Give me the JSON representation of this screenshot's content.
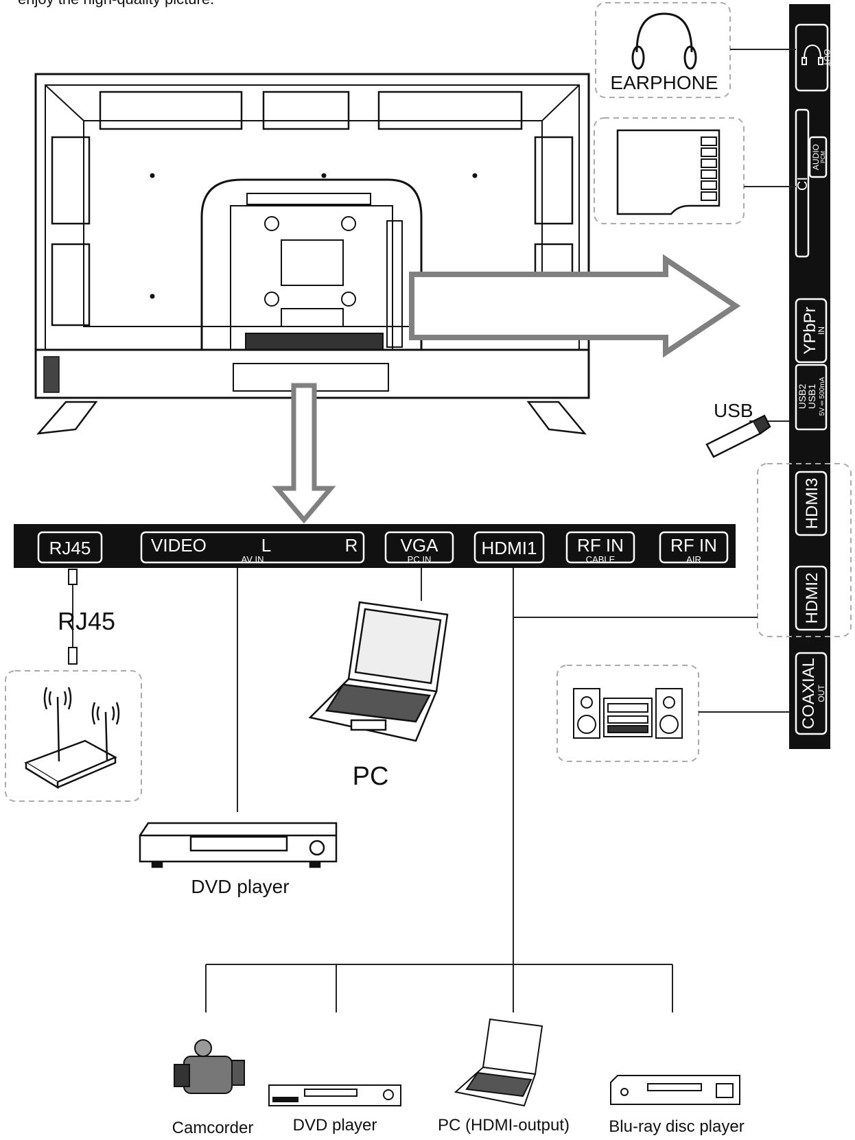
{
  "intro_text": "enjoy the high-quality picture.",
  "bottom_panel": {
    "rj45": "RJ45",
    "video": "VIDEO",
    "left": "L",
    "right": "R",
    "av_in": "AV IN",
    "vga": "VGA",
    "pc_in": "PC IN",
    "hdmi1": "HDMI1",
    "rf_in_cable": "RF IN",
    "cable": "CABLE",
    "rf_in_air": "RF IN",
    "air": "AIR"
  },
  "side_panel": {
    "out_earphone": "OUT",
    "ci": "CI",
    "audio": "AUDIO",
    "pcm": "PCM",
    "ypbpr": "YPbPr",
    "ypbpr_in": "IN",
    "usb2": "USB2",
    "usb1": "USB1",
    "usb_power": "5V ═ 500mA",
    "hdmi3": "HDMI3",
    "hdmi2": "HDMI2",
    "coaxial": "COAXIAL",
    "coaxial_out": "OUT"
  },
  "devices": {
    "earphone": "EARPHONE",
    "usb": "USB",
    "rj45": "RJ45",
    "pc": "PC",
    "dvd_player": "DVD player",
    "camcorder": "Camcorder",
    "dvd_player_2": "DVD player",
    "pc_hdmi": "PC (HDMI-output)",
    "bluray": "Blu-ray disc player"
  }
}
